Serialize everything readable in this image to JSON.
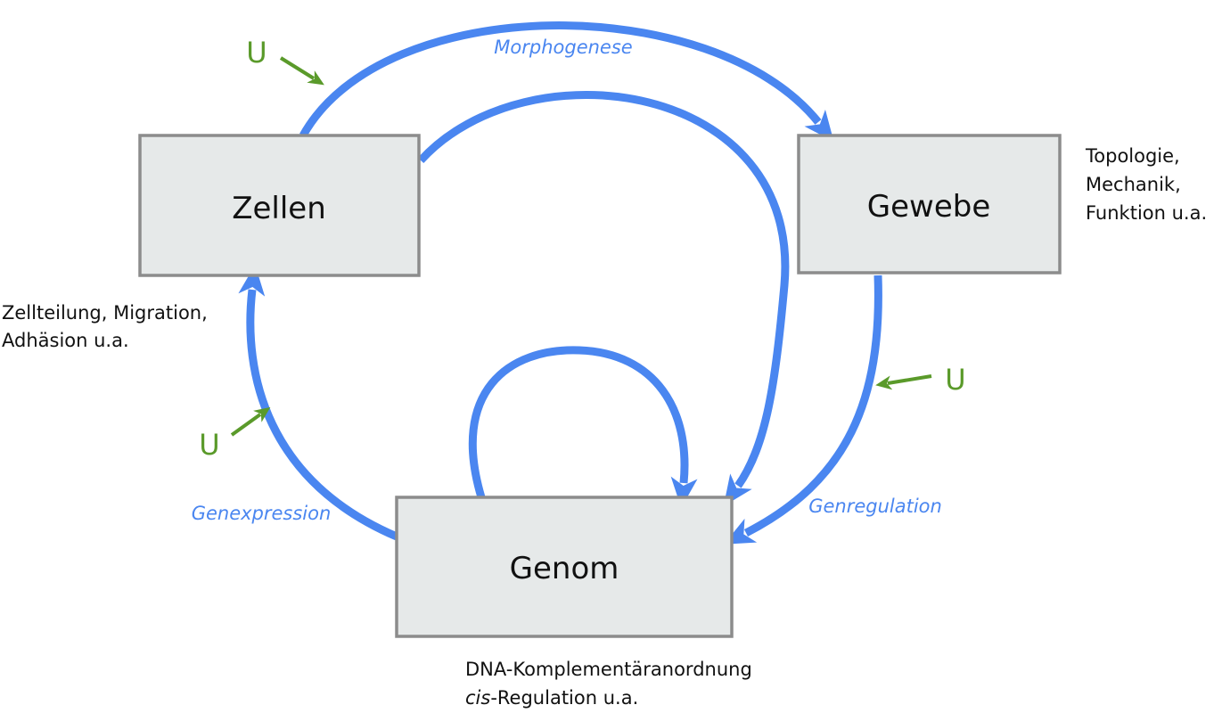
{
  "colors": {
    "flow": "#4a86f0",
    "environment": "#5a9a2a",
    "box_fill": "#e6e9e9",
    "box_stroke": "#8c8c8c",
    "text": "#111111"
  },
  "nodes": {
    "zellen": "Zellen",
    "gewebe": "Gewebe",
    "genom": "Genom"
  },
  "edges": {
    "morphogenese": "Morphogenese",
    "genexpression": "Genexpression",
    "genregulation": "Genregulation"
  },
  "notes": {
    "gewebe_1": "Topologie,",
    "gewebe_2": "Mechanik,",
    "gewebe_3": "Funktion u.a.",
    "zellen_1": "Zellteilung, Migration,",
    "zellen_2": "Adhäsion u.a.",
    "genom_1": "DNA-Komplementäranordnung",
    "genom_2_italic": "cis",
    "genom_2_rest": "-Regulation u.a."
  },
  "environment": {
    "top": "U",
    "left": "U",
    "right": "U"
  }
}
